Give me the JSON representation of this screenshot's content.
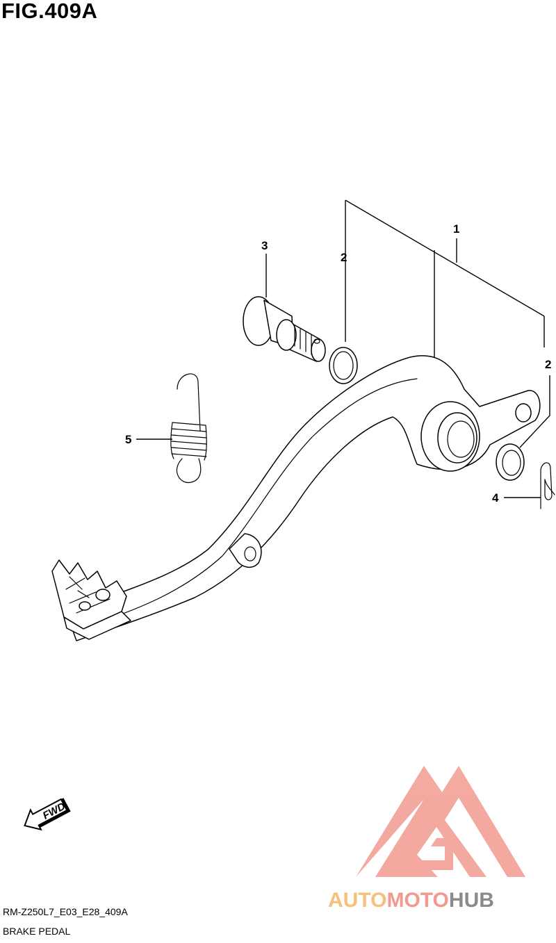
{
  "figure": {
    "title": "FIG.409A",
    "code": "RM-Z250L7_E03_E28_409A",
    "name": "BRAKE PEDAL"
  },
  "callouts": [
    {
      "id": "1",
      "label": "1"
    },
    {
      "id": "2a",
      "label": "2"
    },
    {
      "id": "2b",
      "label": "2"
    },
    {
      "id": "3",
      "label": "3"
    },
    {
      "id": "4",
      "label": "4"
    },
    {
      "id": "5",
      "label": "5"
    }
  ],
  "direction_arrow": {
    "label": "FWD"
  },
  "watermark": {
    "text_a": "AUTO",
    "text_b": "MOTO",
    "text_c": "HUB",
    "colors": {
      "a": "#f5c07a",
      "b": "#f29a90",
      "c": "#8a8a8a"
    }
  }
}
